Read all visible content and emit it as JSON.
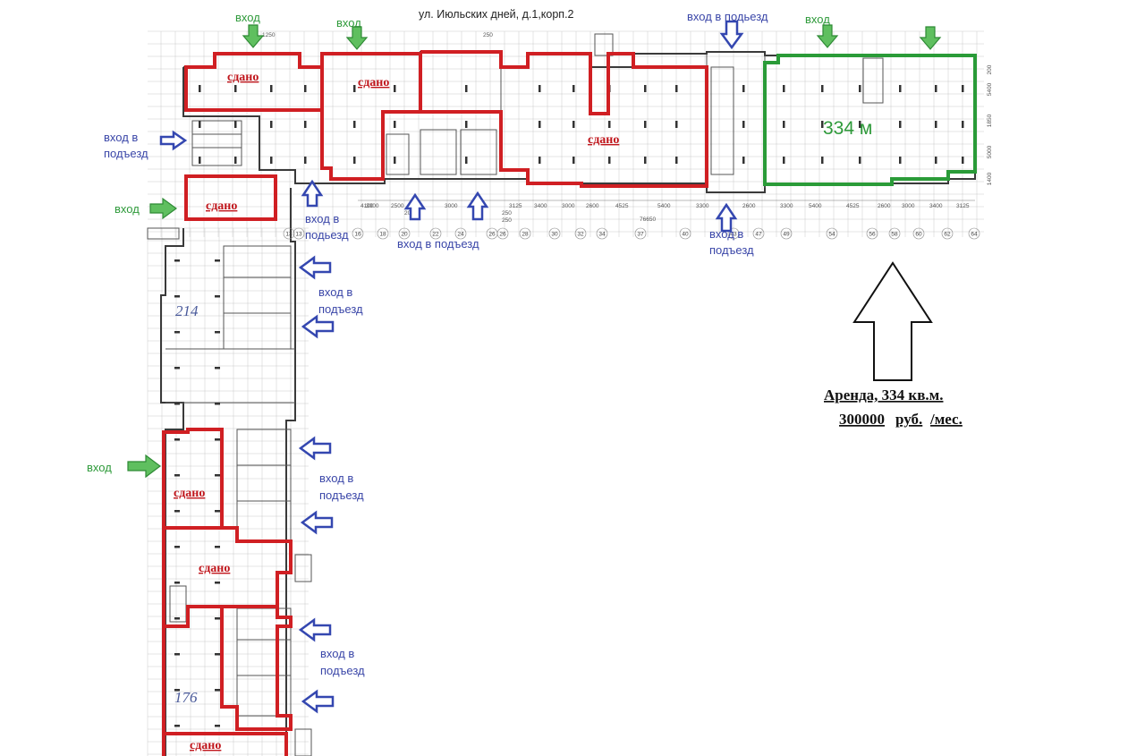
{
  "title": "ул. Июльских дней, д.1,корп.2",
  "labels": {
    "entry": "вход",
    "entry_stair_one_line": "вход в подьезд",
    "entry_stair_line1": "вход в",
    "entry_stair_line2": "подъезд",
    "entry_stair_top_b_line1": "вход в",
    "entry_stair_top_b_line2": "подьезд",
    "entry_stair_bottom_row": "вход в подъезд",
    "sold": "сдано",
    "area": "334 м",
    "hand_214": "214",
    "hand_176": "176"
  },
  "rent": {
    "line1": "Аренда, 334 кв.м.",
    "line2_price": "300000",
    "line2_currency": "руб.",
    "line2_period": "/мес."
  },
  "dimensions": {
    "top_1250": "1250",
    "top_250": "250",
    "row": [
      "4100",
      "3000",
      "2500",
      "3000",
      "3125",
      "3400",
      "3000",
      "2600",
      "4525",
      "5400",
      "3300",
      "2600",
      "3300",
      "5400",
      "4525",
      "2600",
      "3000",
      "3400",
      "3125"
    ],
    "total": "76650",
    "small_250a": "250",
    "small_250b": "250",
    "small_2050": "2050",
    "right_stack": [
      "200",
      "5400",
      "1850",
      "5000",
      "1400"
    ]
  },
  "axes": [
    "13",
    "13",
    "16",
    "18",
    "20",
    "22",
    "24",
    "26",
    "26",
    "28",
    "30",
    "32",
    "34",
    "37",
    "40",
    "43",
    "47",
    "49",
    "54",
    "56",
    "58",
    "60",
    "62",
    "64"
  ],
  "colors": {
    "sold_outline": "#d01f23",
    "available_outline": "#2a9b38",
    "entry_label": "#2e9a3a",
    "stair_entry_label": "#3a46a8"
  },
  "icons": {
    "entry_arrow": "green-arrow-icon",
    "stair_arrow": "blue-outline-arrow-icon",
    "highlight_arrow": "large-up-arrow-icon"
  }
}
